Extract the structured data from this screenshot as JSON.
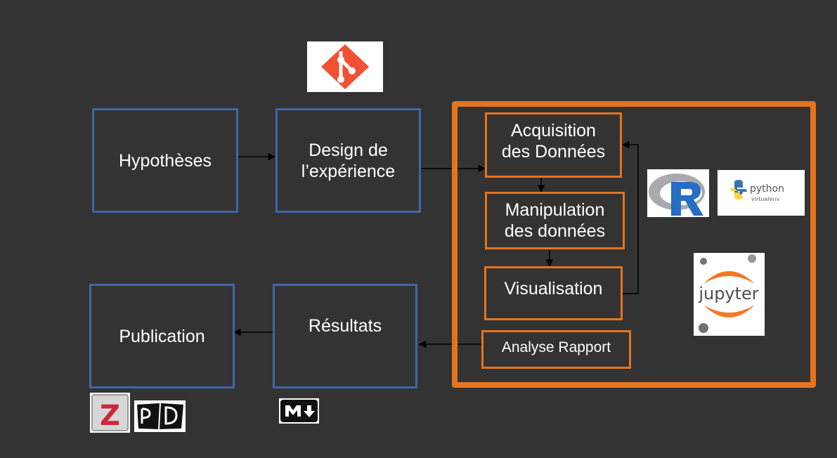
{
  "nodes": {
    "hypotheses": "Hypothèses",
    "design": "Design de\nl’expérience",
    "acquisition": "Acquisition\ndes Données",
    "manipulation": "Manipulation\ndes données",
    "visualisation": "Visualisation",
    "analyse": "Analyse Rapport",
    "resultats": "Résultats",
    "publication": "Publication"
  },
  "logos": {
    "git": "git-logo",
    "r": "r-logo",
    "python": {
      "name": "python-virtualenv-logo",
      "text": "python",
      "subtext": "virtualenv"
    },
    "jupyter": {
      "name": "jupyter-logo",
      "text": "jupyter"
    },
    "zotero": {
      "name": "zotero-logo",
      "text": "Z"
    },
    "pandoc": "pandoc-logo",
    "markdown": "markdown-logo"
  },
  "colors": {
    "background": "#333333",
    "research_box": "#3d66a8",
    "analysis_box": "#e6741e",
    "git": "#f05033",
    "r": "#276dc3",
    "jupyter": "#f37726"
  }
}
